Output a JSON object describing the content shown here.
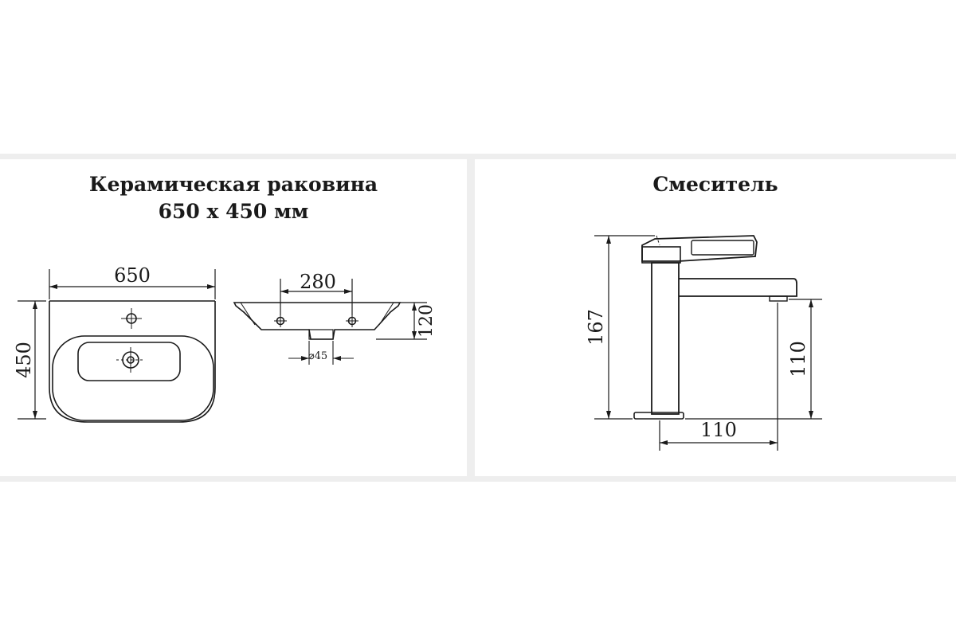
{
  "sink_panel": {
    "title_line1": "Керамическая раковина",
    "title_line2": "650 х 450 мм",
    "top_view": {
      "width_label": "650",
      "height_label": "450"
    },
    "side_view": {
      "hole_spacing_label": "280",
      "depth_label": "120",
      "drain_label": "⌀45"
    }
  },
  "faucet_panel": {
    "title": "Смеситель",
    "height_label": "167",
    "spout_height_label": "110",
    "spout_reach_label": "110"
  },
  "colors": {
    "line": "#1a1a1a",
    "separator": "#eeeeee",
    "background": "#ffffff"
  }
}
